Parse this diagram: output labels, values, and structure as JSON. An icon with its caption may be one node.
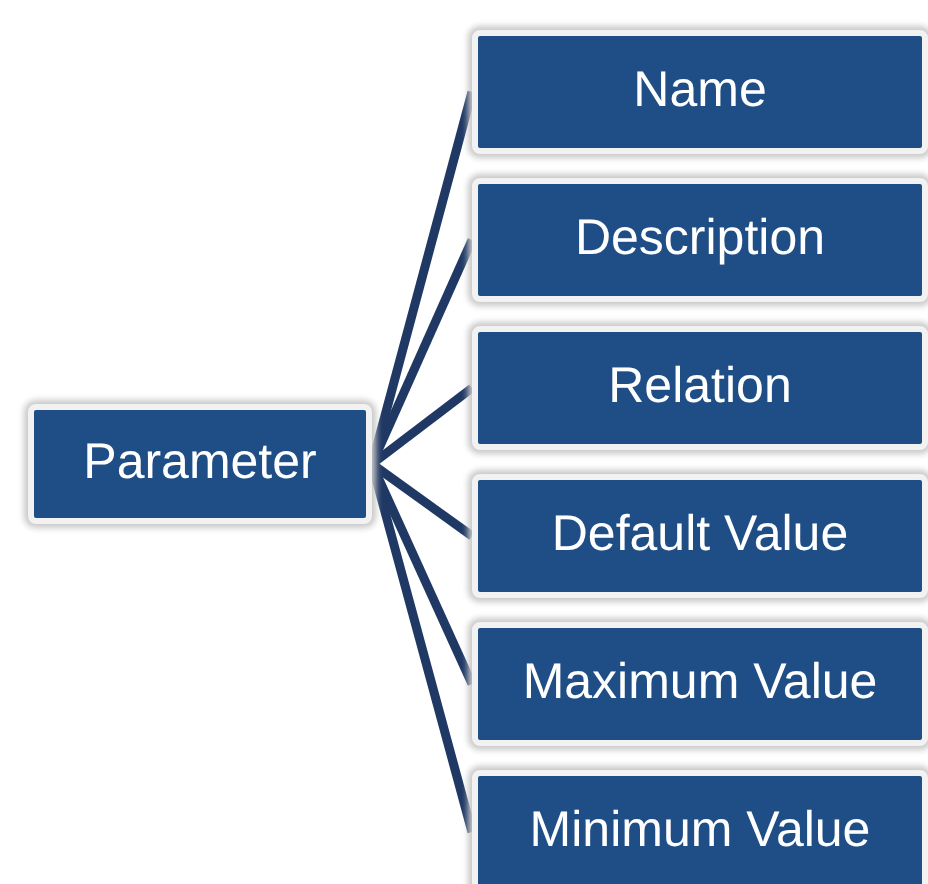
{
  "diagram": {
    "nodes": [
      {
        "text": [
          "Parameter"
        ]
      },
      {
        "text": [
          "Name"
        ]
      },
      {
        "text": [
          "Description"
        ]
      },
      {
        "text": [
          "Relation"
        ]
      },
      {
        "text": [
          "Default Value"
        ]
      },
      {
        "text": [
          "Maximum Value"
        ]
      },
      {
        "text": [
          "Minimum Value"
        ]
      }
    ],
    "edges": [
      {
        "from": 0,
        "to": 1,
        "arrow": "none"
      },
      {
        "from": 0,
        "to": 2,
        "arrow": "none"
      },
      {
        "from": 0,
        "to": 3,
        "arrow": "none"
      },
      {
        "from": 0,
        "to": 4,
        "arrow": "none"
      },
      {
        "from": 0,
        "to": 5,
        "arrow": "none"
      },
      {
        "from": 0,
        "to": 6,
        "arrow": "none"
      }
    ]
  }
}
